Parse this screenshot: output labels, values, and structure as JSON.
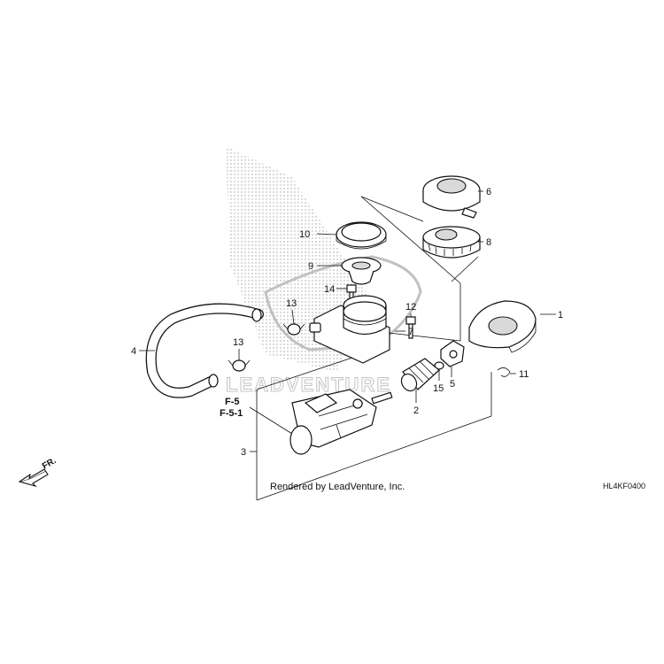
{
  "callouts": {
    "c1": "1",
    "c2": "2",
    "c3": "3",
    "c4": "4",
    "c5": "5",
    "c6": "6",
    "c7": "7",
    "c8": "8",
    "c9": "9",
    "c10": "10",
    "c11": "11",
    "c12": "12",
    "c13a": "13",
    "c13b": "13",
    "c14": "14",
    "c15": "15"
  },
  "references": {
    "ref1": "F-5",
    "ref2": "F-5-1"
  },
  "direction": {
    "label": "FR."
  },
  "footer": {
    "credit": "Rendered by LeadVenture, Inc.",
    "diagram_code": "HL4KF0400"
  },
  "watermark": {
    "text": "LEADVENTURE"
  },
  "colors": {
    "ink": "#111111",
    "dots": "#9a9a9a",
    "background": "#ffffff"
  }
}
